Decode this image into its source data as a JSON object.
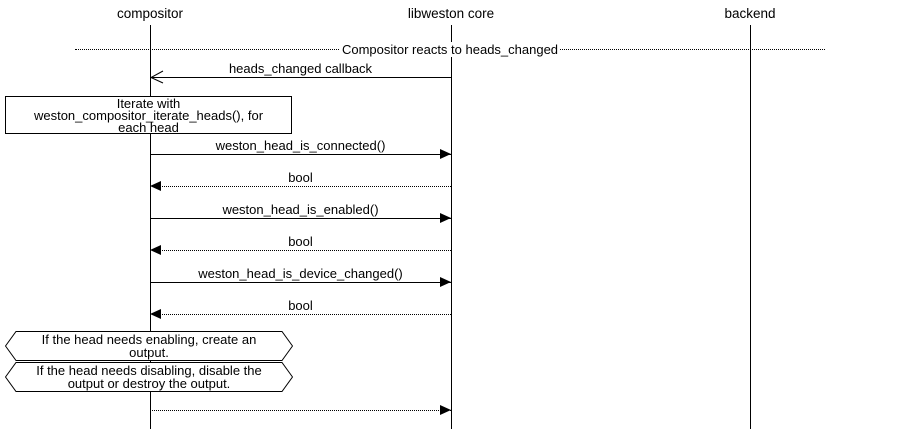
{
  "diagram": {
    "title": "Compositor reacts to heads_changed",
    "participants": [
      {
        "name": "compositor"
      },
      {
        "name": "libweston core"
      },
      {
        "name": "backend"
      }
    ],
    "messages": [
      {
        "label": "heads_changed callback",
        "from": "libweston core",
        "to": "compositor",
        "line": "solid",
        "arrowhead": "open"
      },
      {
        "label": "weston_head_is_connected()",
        "from": "compositor",
        "to": "libweston core",
        "line": "solid",
        "arrowhead": "filled"
      },
      {
        "label": "bool",
        "from": "libweston core",
        "to": "compositor",
        "line": "dotted",
        "arrowhead": "filled"
      },
      {
        "label": "weston_head_is_enabled()",
        "from": "compositor",
        "to": "libweston core",
        "line": "solid",
        "arrowhead": "filled"
      },
      {
        "label": "bool",
        "from": "libweston core",
        "to": "compositor",
        "line": "dotted",
        "arrowhead": "filled"
      },
      {
        "label": "weston_head_is_device_changed()",
        "from": "compositor",
        "to": "libweston core",
        "line": "solid",
        "arrowhead": "filled"
      },
      {
        "label": "bool",
        "from": "libweston core",
        "to": "compositor",
        "line": "dotted",
        "arrowhead": "filled"
      },
      {
        "label": "",
        "from": "compositor",
        "to": "libweston core",
        "line": "dotted",
        "arrowhead": "filled"
      }
    ],
    "note_box": {
      "lines": [
        "Iterate with",
        "weston_compositor_iterate_heads(), for",
        "each head"
      ]
    },
    "condition_notes": [
      {
        "lines": [
          "If the head needs enabling,  create an",
          "output."
        ]
      },
      {
        "lines": [
          "If the head needs disabling, disable the",
          "output or destroy the output."
        ]
      }
    ],
    "colors": {
      "foreground": "#000000",
      "background": "#ffffff"
    }
  }
}
